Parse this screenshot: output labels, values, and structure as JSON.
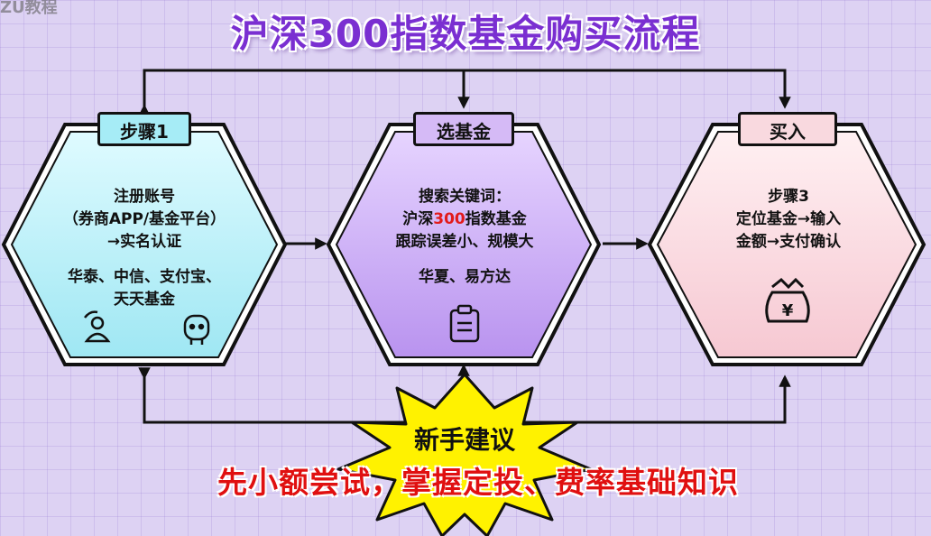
{
  "watermark": "ZU教程",
  "title": "沪深300指数基金购买流程",
  "colors": {
    "accent": "#7a2fd1",
    "highlight": "#e21b1b",
    "burst": "#fff200"
  },
  "steps": [
    {
      "label": "步骤1",
      "lines": [
        "注册账号",
        "（券商APP/基金平台）",
        "→实名认证"
      ],
      "example_lines": [
        "华泰、中信、支付宝、",
        "天天基金"
      ],
      "icons": [
        "user-icon",
        "robot-icon"
      ]
    },
    {
      "label": "选基金",
      "line1": "搜索关键词：",
      "line2_prefix": "沪深",
      "line2_highlight": "300",
      "line2_suffix": "指数基金",
      "line3": "跟踪误差小、规模大",
      "example": "华夏、易方达",
      "icons": [
        "clipboard-icon"
      ]
    },
    {
      "label": "买入",
      "lines": [
        "步骤3",
        "定位基金→输入",
        "金额→支付确认"
      ],
      "icons": [
        "money-bag-icon"
      ]
    }
  ],
  "advice": {
    "title": "新手建议",
    "text": "先小额尝试，掌握定投、费率基础知识"
  }
}
